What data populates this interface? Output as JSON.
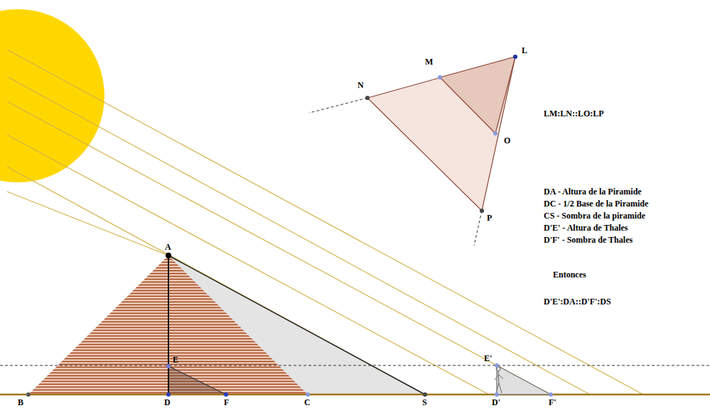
{
  "diagram": {
    "labels": [
      "A",
      "B",
      "D",
      "E",
      "F",
      "C",
      "S",
      "E'",
      "D'",
      "F'",
      "M",
      "L",
      "N",
      "O",
      "P",
      "LM:LN::LO:LP",
      "DA - Altura de la Piramide",
      "DC - 1/2 Base de la Piramide",
      "CS - Sombra de la piramide",
      "D'E' - Altura de Thales",
      "D'F' - Sombra de Thales",
      "Entonces",
      "D'E':DA::D'F':DS"
    ]
  }
}
